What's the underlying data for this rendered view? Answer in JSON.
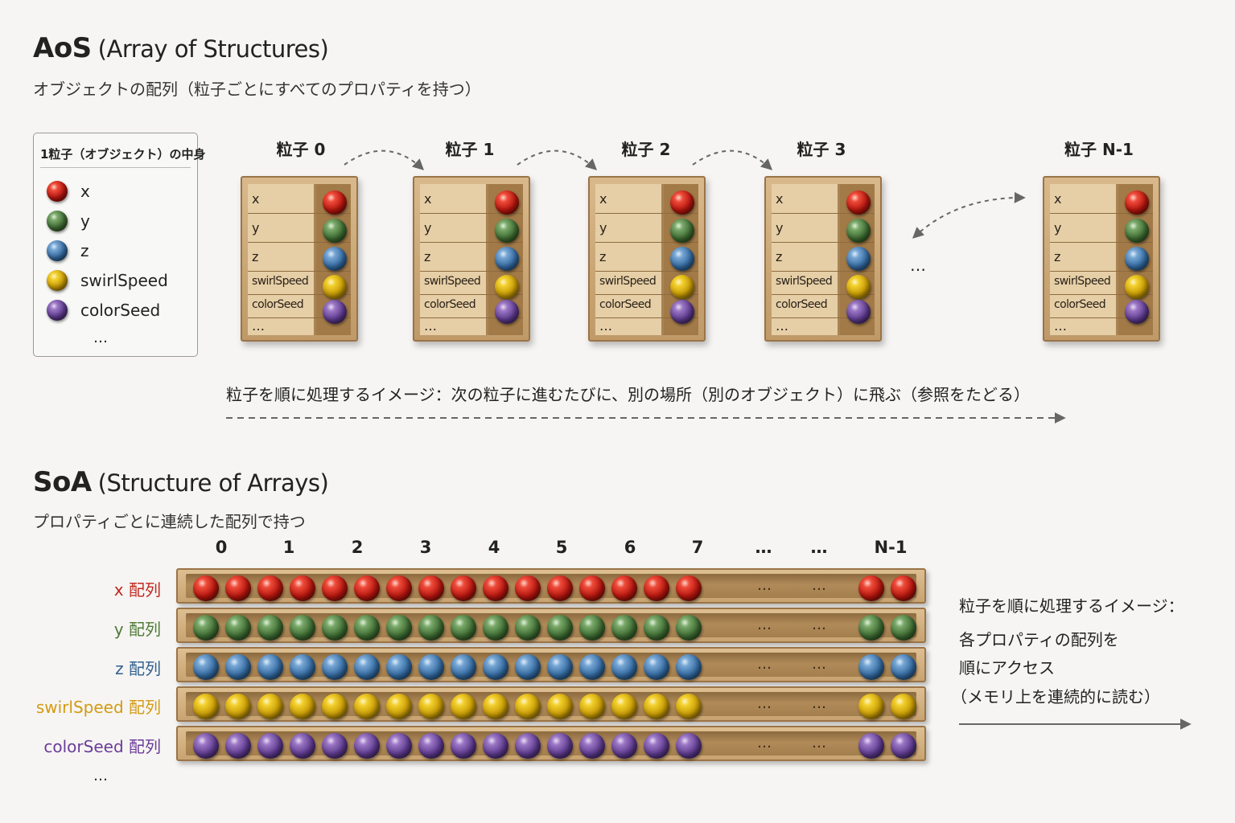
{
  "aos": {
    "title": "AoS",
    "title_paren": "(Array of Structures)",
    "subtitle": "オブジェクトの配列（粒子ごとにすべてのプロパティを持つ）",
    "legend": {
      "title": "1粒子（オブジェクト）の中身",
      "items": [
        {
          "label": "x",
          "color": "red"
        },
        {
          "label": "y",
          "color": "green"
        },
        {
          "label": "z",
          "color": "blue"
        },
        {
          "label": "swirlSpeed",
          "color": "yellow"
        },
        {
          "label": "colorSeed",
          "color": "purple"
        }
      ],
      "more": "…"
    },
    "particles": [
      "粒子 0",
      "粒子 1",
      "粒子 2",
      "粒子 3",
      "粒子 N-1"
    ],
    "fields": [
      "x",
      "y",
      "z",
      "swirlSpeed",
      "colorSeed",
      "…"
    ],
    "gap": "…",
    "note": "粒子を順に処理するイメージ：次の粒子に進むたびに、別の場所（別のオブジェクト）に飛ぶ（参照をたどる）"
  },
  "soa": {
    "title": "SoA",
    "title_paren": "(Structure of Arrays)",
    "subtitle": "プロパティごとに連続した配列で持つ",
    "indices": [
      "0",
      "1",
      "2",
      "3",
      "4",
      "5",
      "6",
      "7",
      "…",
      "…",
      "N-1"
    ],
    "arrays": [
      {
        "label": "x 配列",
        "color": "red",
        "text_color": "#c0281f"
      },
      {
        "label": "y 配列",
        "color": "green",
        "text_color": "#4d7a34"
      },
      {
        "label": "z 配列",
        "color": "blue",
        "text_color": "#2f5f8f"
      },
      {
        "label": "swirlSpeed 配列",
        "color": "yellow",
        "text_color": "#d49a12"
      },
      {
        "label": "colorSeed 配列",
        "color": "purple",
        "text_color": "#6b3d99"
      }
    ],
    "tray_dots": "…",
    "more": "…",
    "note_lines": [
      "粒子を順に処理するイメージ：",
      "各プロパティの配列を",
      "順にアクセス",
      "（メモリ上を連続的に読む）"
    ]
  }
}
